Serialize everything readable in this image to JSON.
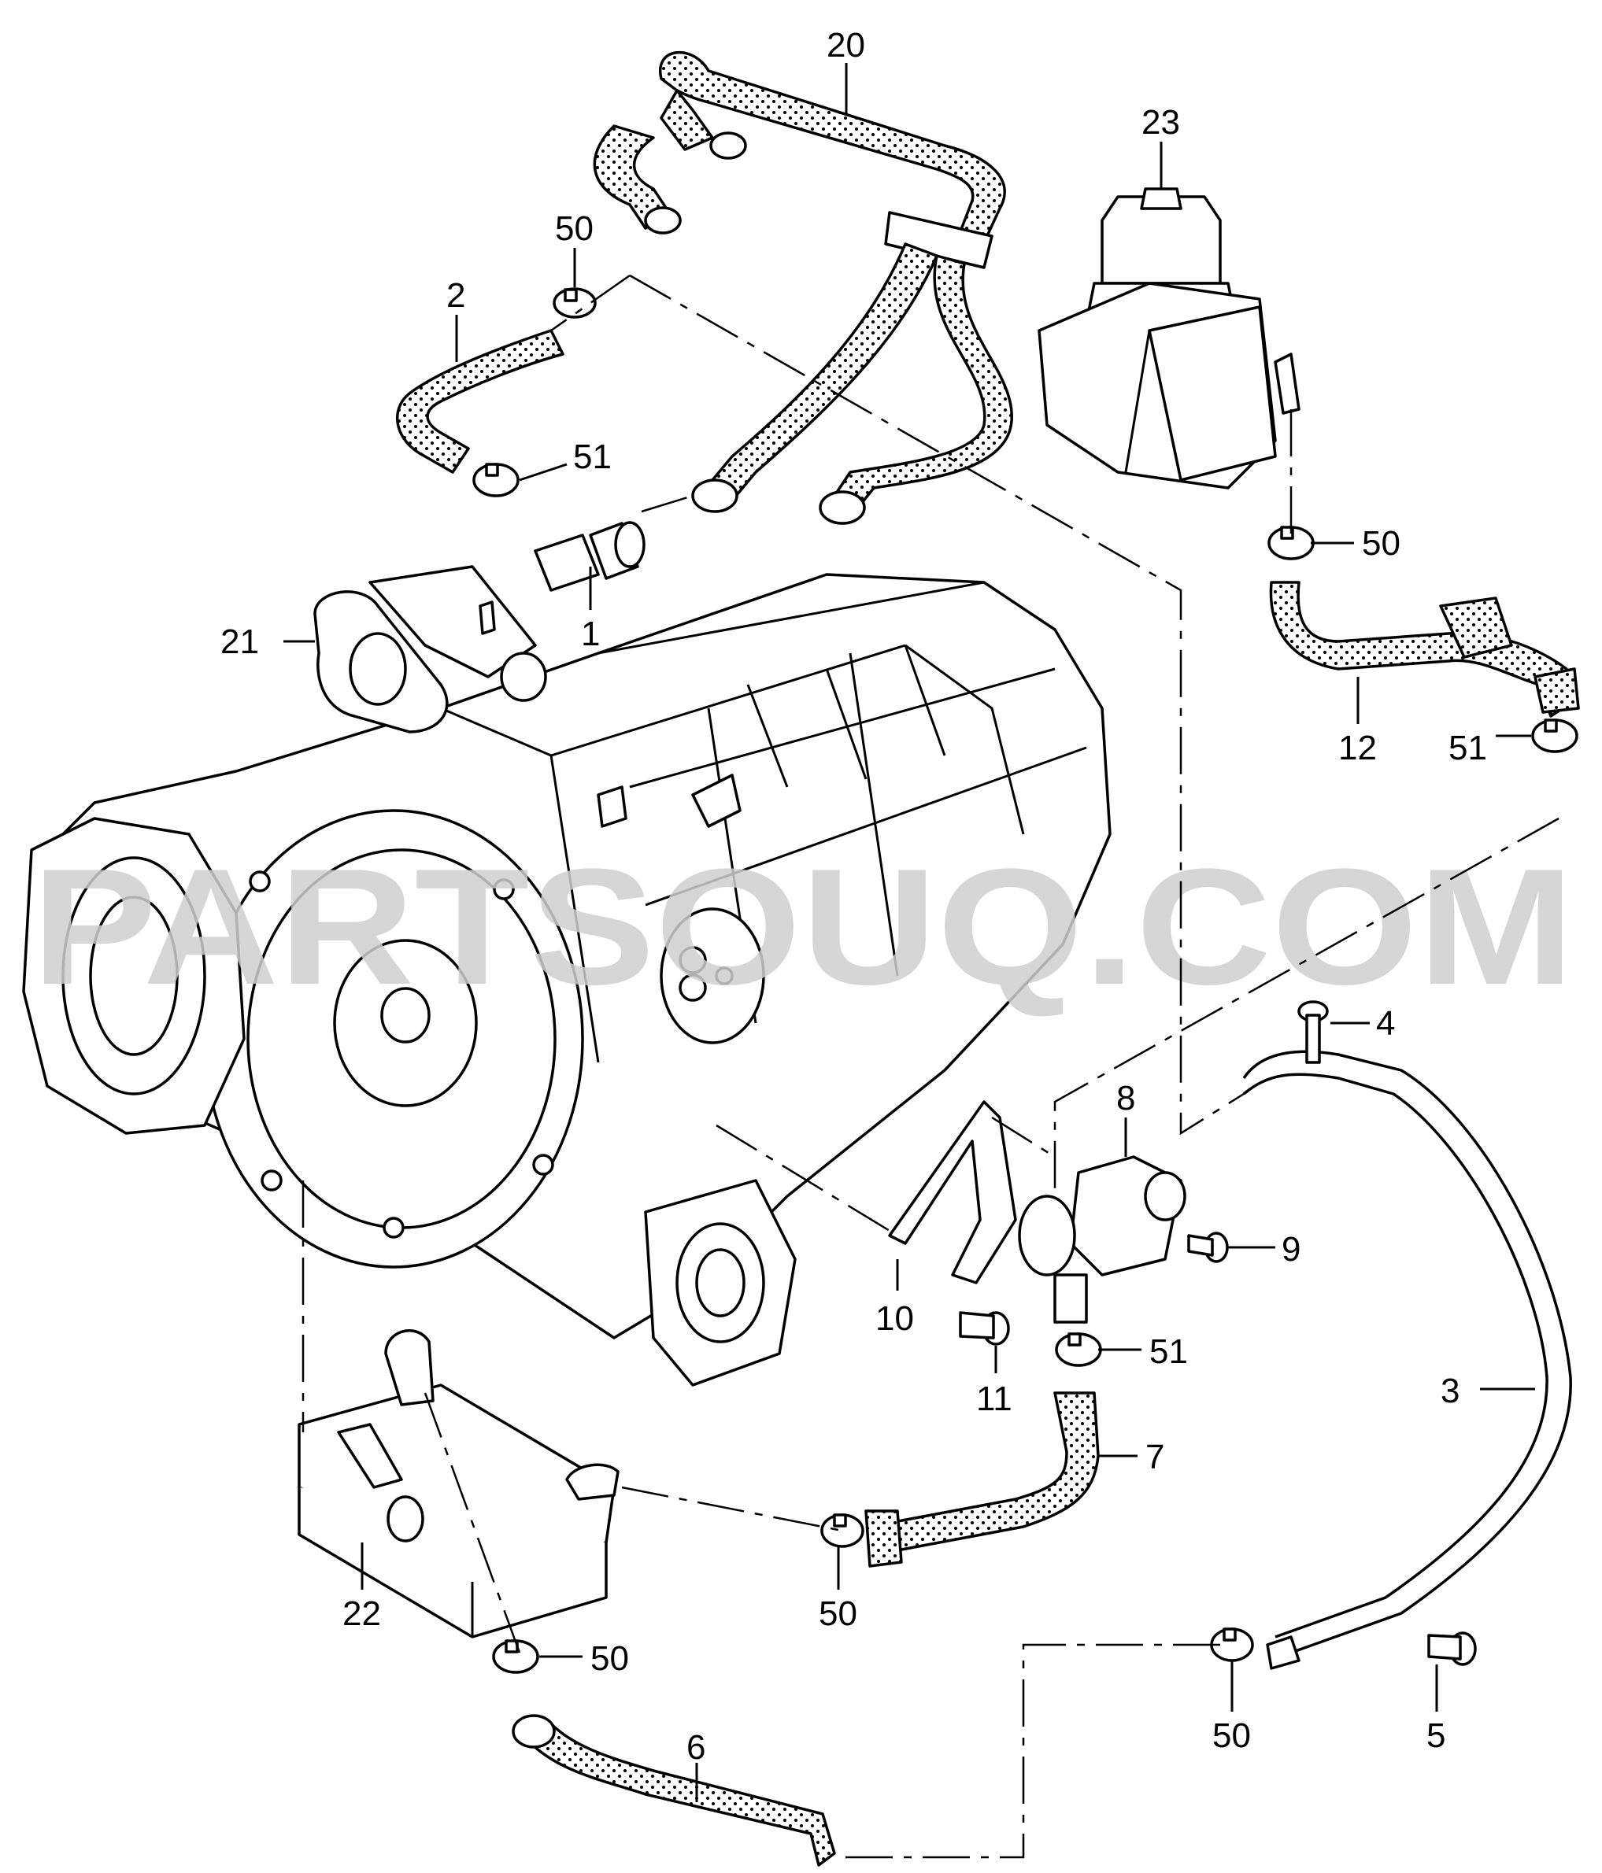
{
  "watermark": "PARTSOUQ.COM",
  "callouts": {
    "c20": "20",
    "c23": "23",
    "c50_top": "50",
    "c2": "2",
    "c51_left": "51",
    "c21": "21",
    "c1": "1",
    "c50_right": "50",
    "c12": "12",
    "c51_right": "51",
    "c4": "4",
    "c8": "8",
    "c9": "9",
    "c10": "10",
    "c11": "11",
    "c51_mid": "51",
    "c3": "3",
    "c7": "7",
    "c22": "22",
    "c50_mid": "50",
    "c50_low": "50",
    "c6": "6",
    "c50_br": "50",
    "c5": "5"
  },
  "colors": {
    "line": "#000000",
    "background": "#ffffff",
    "watermark": "#cfcfcf"
  }
}
